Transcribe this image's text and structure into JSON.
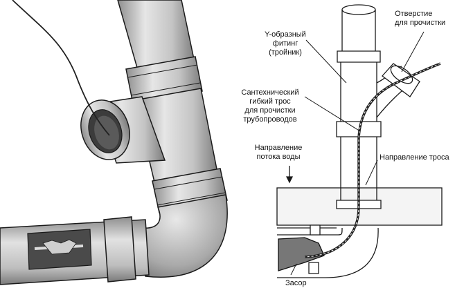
{
  "labels": {
    "y_fitting": "Y-образный\nфитинг\n(тройник)",
    "cleanout": "Отверстие\nдля прочистки",
    "cable": "Сантехнический\nгибкий трос\nдля прочистки\nтрубопроводов",
    "water_flow": "Направление\nпотока воды",
    "cable_direction": "Направление троса",
    "clog": "Засор"
  },
  "colors": {
    "pipe_fill": "#d3d3d3",
    "pipe_shade": "#9a9a9a",
    "outline": "#1a1a1a",
    "cable": "#222222"
  }
}
